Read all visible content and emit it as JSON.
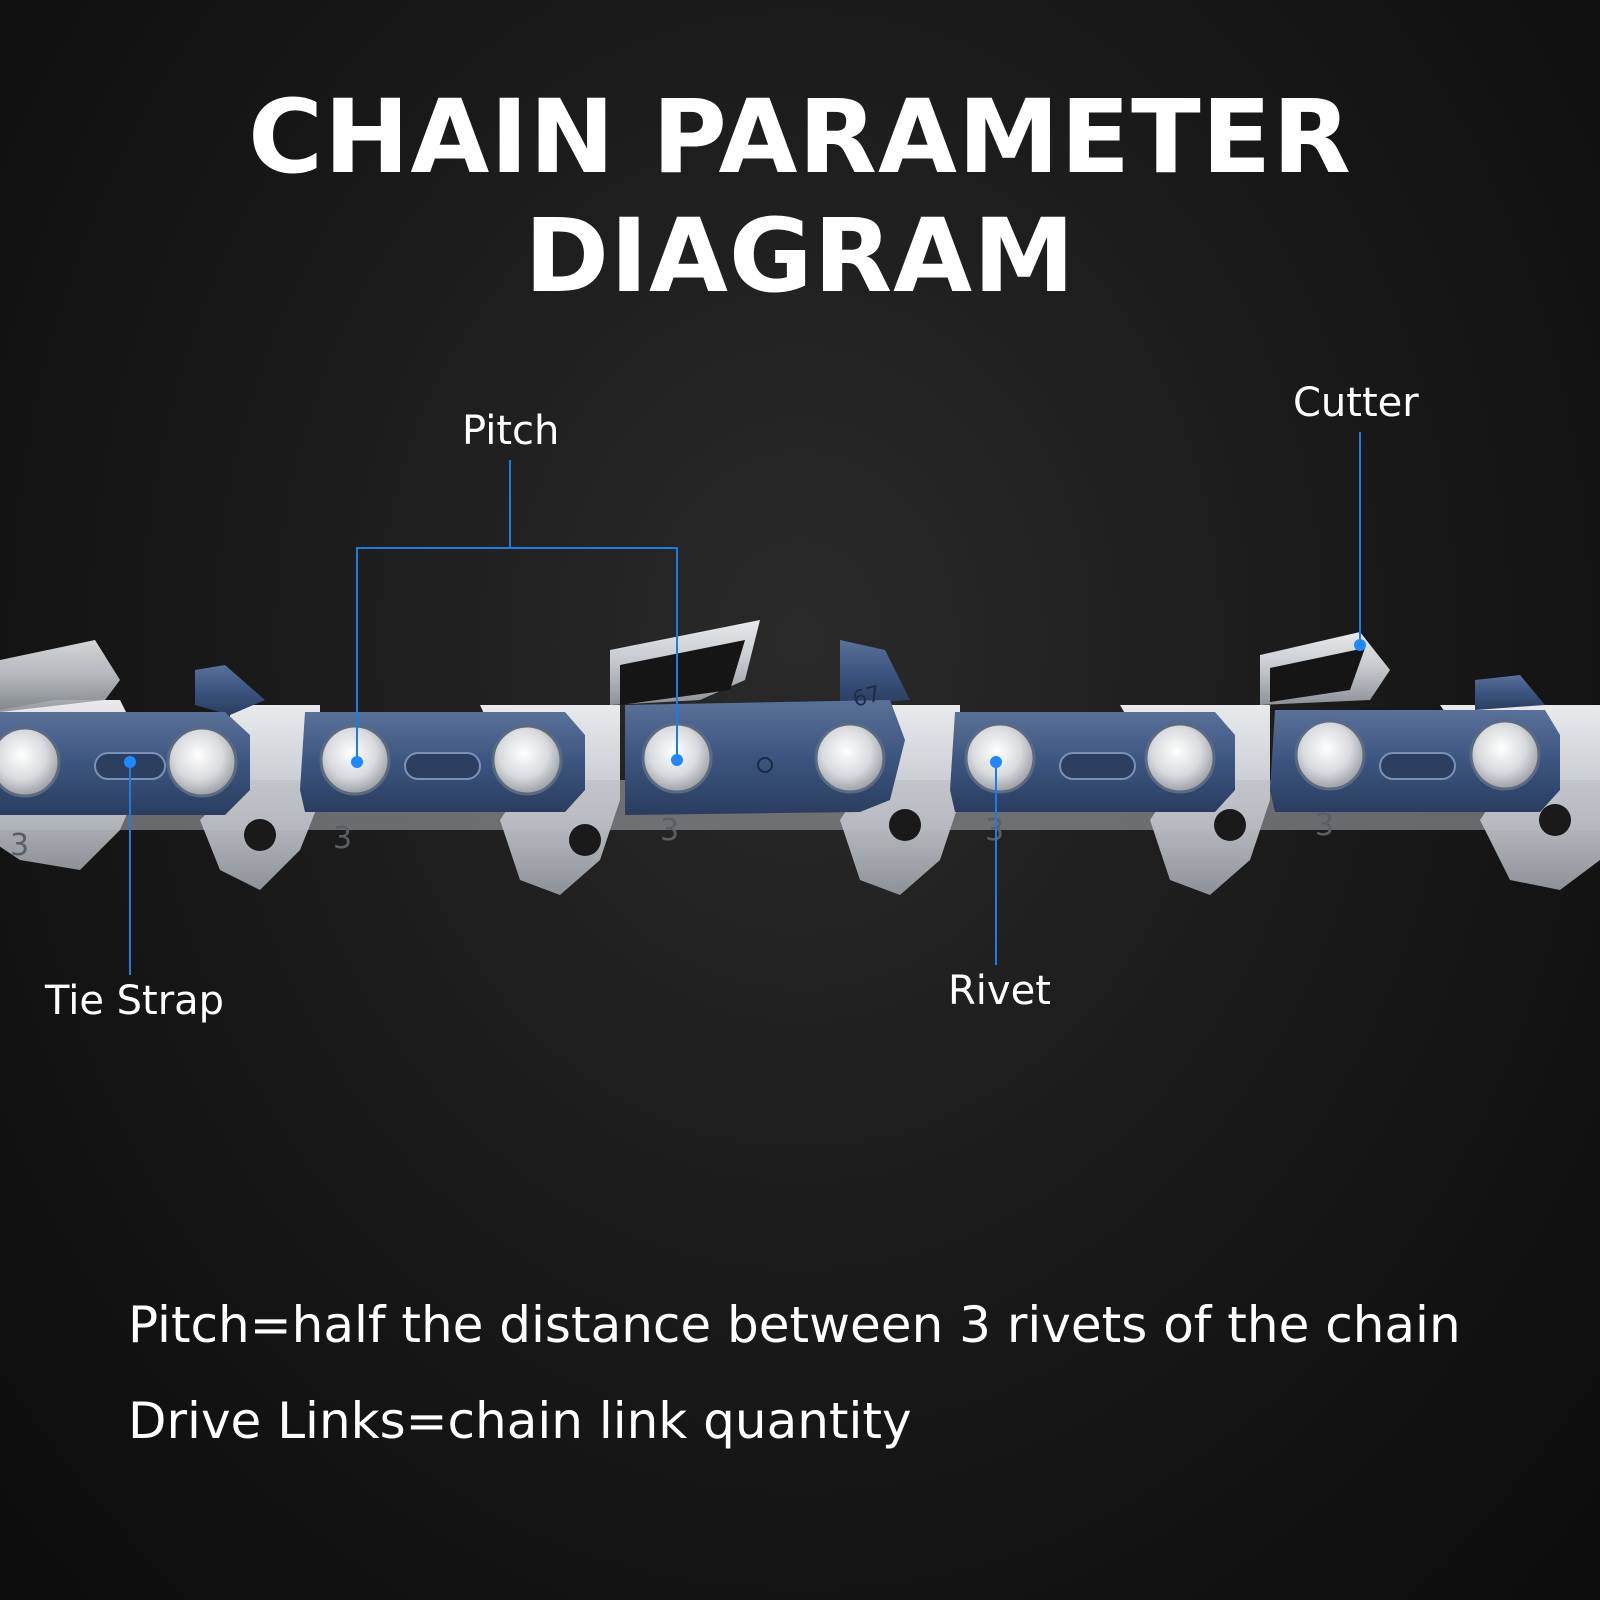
{
  "title": "CHAIN PARAMETER DIAGRAM",
  "labels": {
    "pitch": "Pitch",
    "cutter": "Cutter",
    "tie_strap": "Tie Strap",
    "rivet": "Rivet"
  },
  "chain": {
    "stamp_number": "3",
    "cutter_mark": "67"
  },
  "notes": {
    "pitch_definition": "Pitch=half the distance between 3 rivets of the chain",
    "drive_links_definition": "Drive Links=chain link quantity"
  },
  "colors": {
    "background": "#151515",
    "text": "#ffffff",
    "callout_line": "#1e7be0",
    "callout_dot": "#1e88ff",
    "link_blue": "#3e5780",
    "steel": "#c9ccd0"
  }
}
